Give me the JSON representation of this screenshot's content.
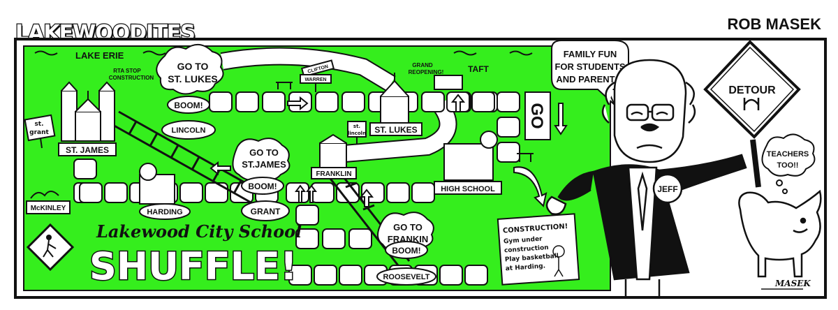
{
  "comic": {
    "title": "LAKEWOODITES",
    "author": "ROB MASEK",
    "signature": "MASEK"
  },
  "board": {
    "lake": "LAKE ERIE",
    "rta": [
      "RTA STOP",
      "CONSTRUCTION"
    ],
    "grand": [
      "GRAND",
      "REOPENING!"
    ],
    "signs": {
      "clifton": "CLIFTON",
      "warren": "WARREN",
      "st_grant": [
        "st.",
        "grant"
      ],
      "st_lincoln": [
        "st.",
        "lincoln"
      ]
    },
    "go": "GO",
    "clouds": {
      "st_lukes": [
        "GO TO",
        "ST. LUKES"
      ],
      "st_james": [
        "GO TO",
        "ST.JAMES"
      ],
      "frankin": [
        "GO TO",
        "FRANKIN"
      ],
      "boom": "BOOM!"
    },
    "schools": {
      "st_james": "ST. JAMES",
      "lincoln": "LINCOLN",
      "st_lukes": "ST. LUKES",
      "taft": "TAFT",
      "franklin": "FRANKLIN",
      "high_school": "HIGH SCHOOL",
      "harding": "HARDING",
      "grant": "GRANT",
      "mckinley": "McKINLEY",
      "roosevelt": "ROOSEVELT"
    },
    "game_title": {
      "line1": "Lakewood City School",
      "line2": "SHUFFLE!"
    },
    "construction_note": [
      "CONSTRUCTION!",
      "Gym under",
      "construction",
      "Play basketball",
      "at Harding."
    ]
  },
  "character": {
    "speech": [
      "FAMILY FUN",
      "FOR STUDENTS",
      "AND PARENTS!"
    ],
    "sign": "DETOUR",
    "badge": "JEFF"
  },
  "dog": {
    "thought": [
      "TEACHERS",
      "TOO!!"
    ]
  },
  "colors": {
    "board": "#35ee1d",
    "ink": "#111111",
    "paper": "#ffffff"
  }
}
